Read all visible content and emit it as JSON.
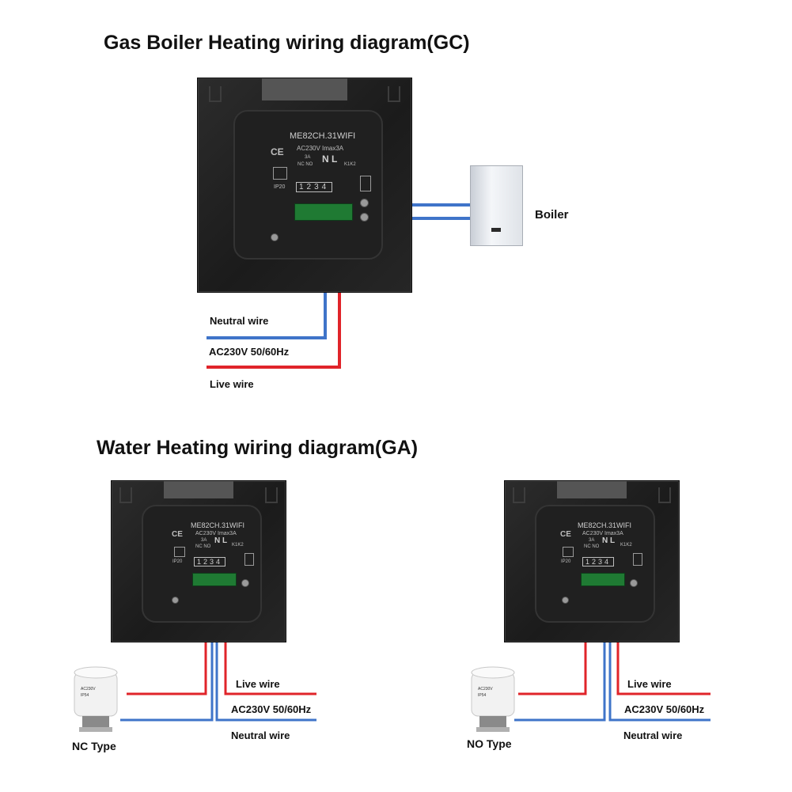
{
  "diagrams": {
    "gc": {
      "title": "Gas Boiler Heating wiring diagram(GC)",
      "boiler_label": "Boiler",
      "neutral_label": "Neutral wire",
      "power_label": "AC230V 50/60Hz",
      "live_label": "Live wire"
    },
    "ga": {
      "title": "Water Heating wiring diagram(GA)",
      "nc": {
        "type_label": "NC Type",
        "live_label": "Live wire",
        "power_label": "AC230V 50/60Hz",
        "neutral_label": "Neutral wire"
      },
      "no": {
        "type_label": "NO Type",
        "live_label": "Live wire",
        "power_label": "AC230V 50/60Hz",
        "neutral_label": "Neutral wire"
      }
    }
  },
  "thermostat": {
    "model": "ME82CH.31WIFI",
    "spec": "AC230V Imax3A",
    "current": "3A",
    "nc_no": "NC NO",
    "n_l": "N L",
    "terminals": "1234",
    "k1k2": "K1K2",
    "ce": "CE",
    "ip": "IP20"
  },
  "actuator_print": {
    "line1": "AC230V",
    "line2": "IP54"
  },
  "colors": {
    "live": "#e0242a",
    "neutral": "#3f74c9"
  }
}
